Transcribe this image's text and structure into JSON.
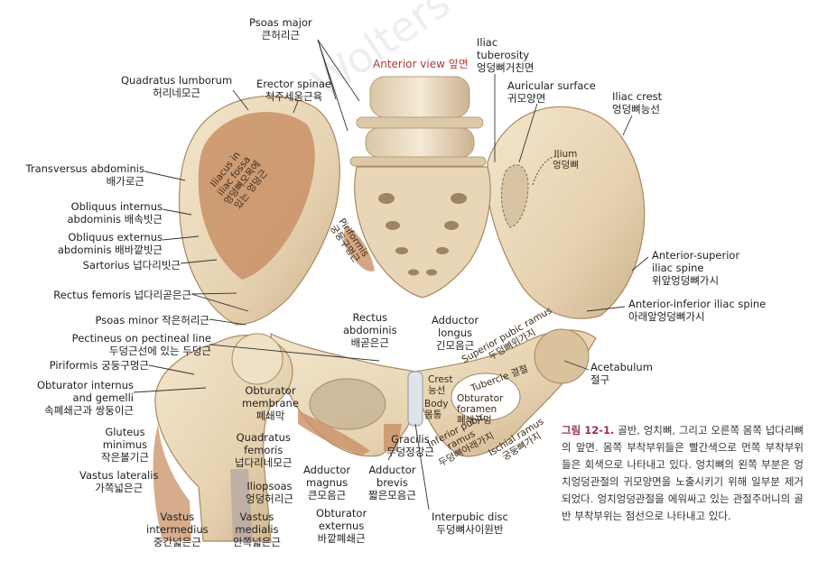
{
  "view_label": "Anterior view 앞면",
  "labels": {
    "psoas_major": [
      "Psoas major",
      "큰허리근"
    ],
    "iliac_tuberosity": [
      "Iliac",
      "tuberosity",
      "엉덩뼈거친면"
    ],
    "quadratus_lumborum": [
      "Quadratus lumborum",
      "허리네모근"
    ],
    "erector_spinae": [
      "Erector spinae",
      "척주세움근육"
    ],
    "auricular_surface": [
      "Auricular surface",
      "귀모양면"
    ],
    "iliac_crest": [
      "Iliac crest",
      "엉덩뼈능선"
    ],
    "ilium": [
      "Ilium",
      "엉덩뼈"
    ],
    "iliacus": [
      "Iliacus in",
      "iliac fossa",
      "엉덩뼈오목에",
      "있는 엉덩근"
    ],
    "transversus": [
      "Transversus abdominis",
      "배가로근"
    ],
    "obliquus_internus": [
      "Obliquus internus",
      "abdominis 배속빗근"
    ],
    "obliquus_externus": [
      "Obliquus externus",
      "abdominis 배바깥빗근"
    ],
    "sartorius": [
      "Sartorius 넙다리빗근"
    ],
    "piriformis_inner": [
      "Piriformis",
      "궁둥구멍근"
    ],
    "asis": [
      "Anterior-superior",
      "iliac spine",
      "위앞엉덩뼈가시"
    ],
    "rectus_femoris": [
      "Rectus femoris 넙다리곧은근"
    ],
    "aiis": [
      "Anterior-inferior iliac spine",
      "아래앞엉덩뼈가시"
    ],
    "psoas_minor": [
      "Psoas minor 작은허리근"
    ],
    "rectus_abdominis": [
      "Rectus",
      "abdominis",
      "배곧은근"
    ],
    "adductor_longus": [
      "Adductor",
      "longus",
      "긴모음근"
    ],
    "pectineus": [
      "Pectineus on pectineal line",
      "두덩근선에 있는 두덩근"
    ],
    "piriformis": [
      "Piriformis 궁둥구멍근"
    ],
    "acetabulum": [
      "Acetabulum",
      "절구"
    ],
    "obturator_internus": [
      "Obturator internus",
      "and gemelli",
      "속폐쇄근과 쌍둥이근"
    ],
    "obturator_membrane": [
      "Obturator",
      "membrane",
      "폐쇄막"
    ],
    "crest": [
      "Crest",
      "능선"
    ],
    "body": [
      "Body",
      "몸통"
    ],
    "obturator_foramen": [
      "Obturator",
      "foramen",
      "폐쇄구멍"
    ],
    "superior_pubic_ramus": [
      "Superior pubic ramus",
      "두덩뼈위가지"
    ],
    "tubercle": [
      "Tubercle 결절"
    ],
    "inferior_pubic_ramus": [
      "Inferior pubic",
      "ramus",
      "두덩뼈아래가지"
    ],
    "ischial_ramus": [
      "Ischial ramus",
      "궁둥뼈가지"
    ],
    "gluteus_minimus": [
      "Gluteus",
      "minimus",
      "작은볼기근"
    ],
    "quadratus_femoris": [
      "Quadratus",
      "femoris",
      "넙다리네모근"
    ],
    "vastus_lateralis": [
      "Vastus lateralis",
      "가쪽넓은근"
    ],
    "iliopsoas": [
      "Iliopsoas",
      "엉덩허리근"
    ],
    "adductor_magnus": [
      "Adductor",
      "magnus",
      "큰모음근"
    ],
    "gracilis": [
      "Gracilis",
      "두덩정강근"
    ],
    "adductor_brevis": [
      "Adductor",
      "brevis",
      "짧은모음근"
    ],
    "vastus_intermedius": [
      "Vastus",
      "intermedius",
      "중간넓은근"
    ],
    "vastus_medialis": [
      "Vastus",
      "medialis",
      "안쪽넓은근"
    ],
    "obturator_externus": [
      "Obturator",
      "externus",
      "바깥폐쇄근"
    ],
    "interpubic_disc": [
      "Interpubic disc",
      "두덩뼈사이원반"
    ]
  },
  "caption": {
    "figure_label": "그림 12-1.",
    "text": "골반, 엉치뼈, 그리고 오른쪽 몸쪽 넙다리뼈의 앞면. 몸쪽 부착부위들은 빨간색으로 먼쪽 부착부위들은 회색으로 나타내고 있다. 엉치뼈의 왼쪽 부분은 엉치엉덩관절의 귀모양면을 노출시키기 위해 일부분 제거되었다. 엉치엉덩관절을 에워싸고 있는 관절주머니의 골반 부착부위는 점선으로 나타내고 있다."
  },
  "watermark": "Wolters Kluwer",
  "colors": {
    "bone": "#ecdcc0",
    "bone_shadow": "#c9ad88",
    "muscle_proximal": "#c98d62",
    "muscle_distal": "#b7a9a4",
    "caption_accent": "#9b2b5a"
  }
}
